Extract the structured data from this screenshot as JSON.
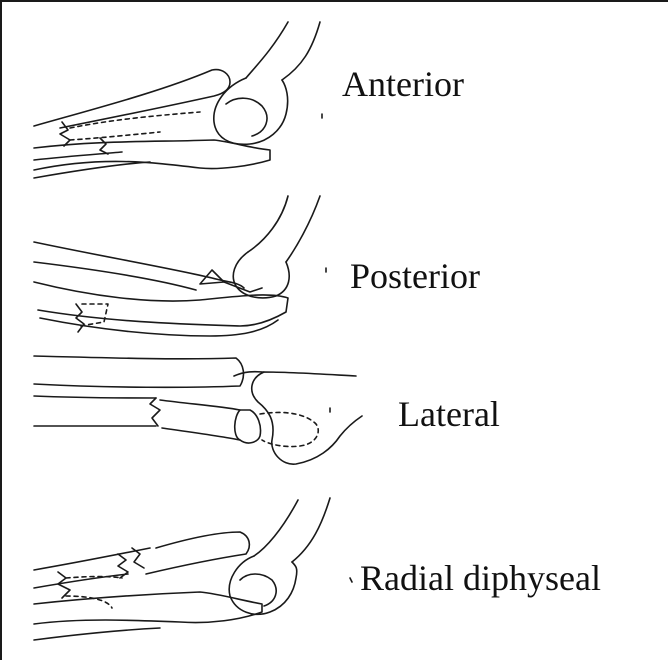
{
  "labels": {
    "anterior": "Anterior",
    "posterior": "Posterior",
    "lateral": "Lateral",
    "radial": "Radial diphyseal"
  },
  "colors": {
    "line": "#1a1a1a",
    "background": "#ffffff"
  }
}
